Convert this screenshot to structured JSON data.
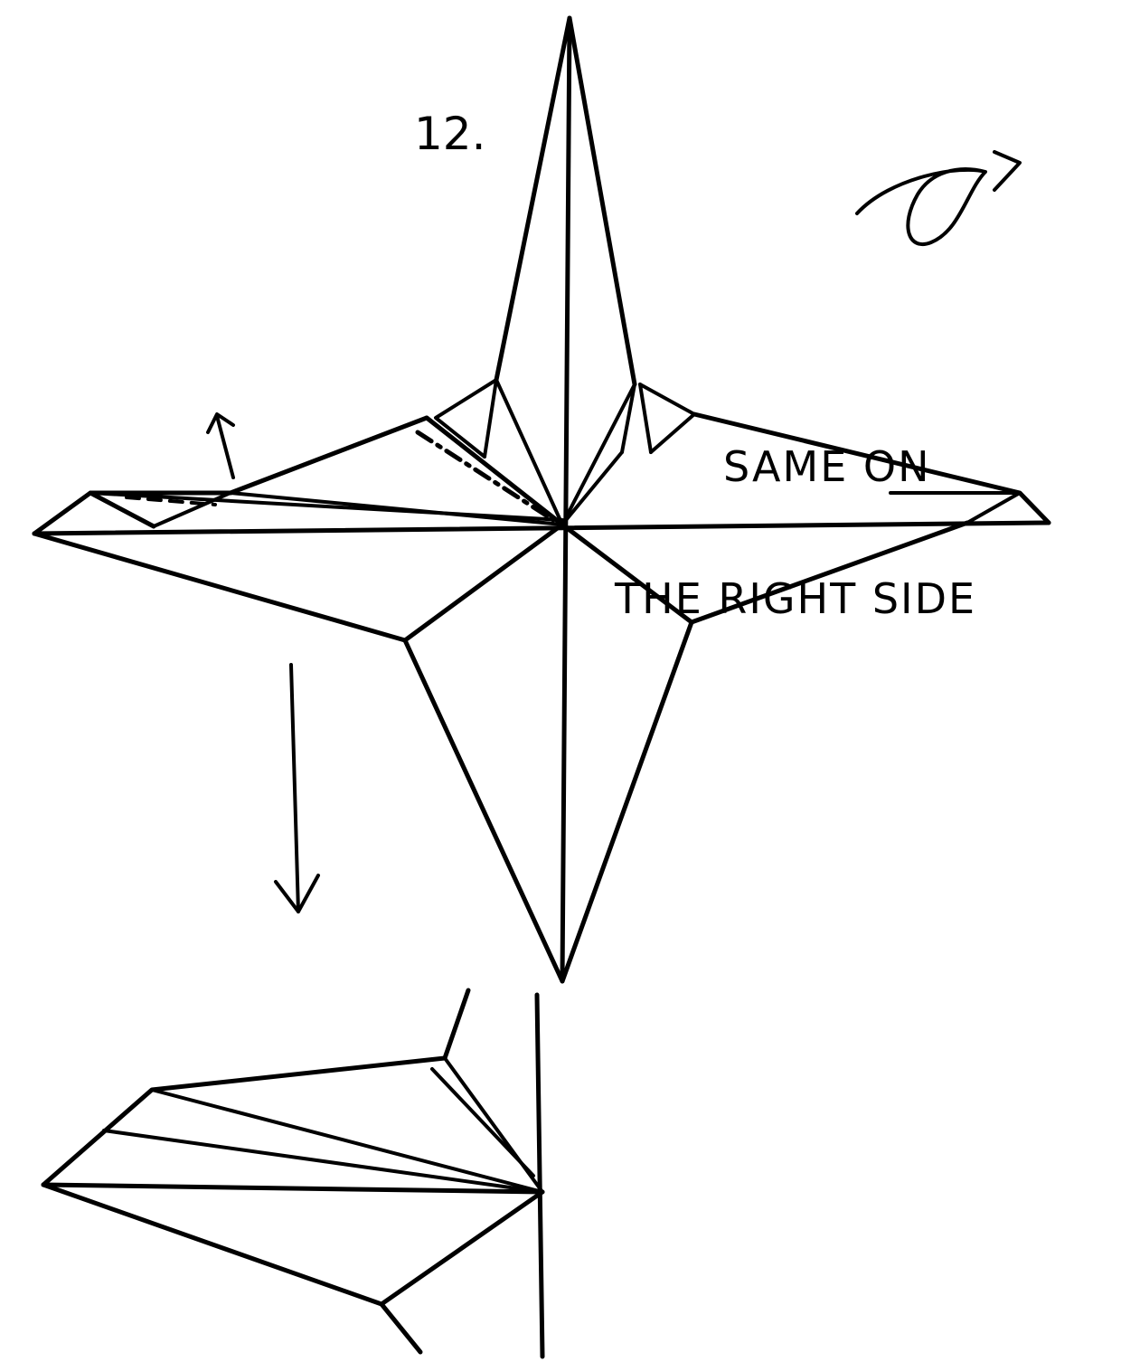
{
  "step_number": "12.",
  "note_line1": "SAME ON",
  "note_line2": "THE RIGHT SIDE",
  "icons": [
    "turn-over-icon",
    "fold-up-arrow-icon",
    "down-arrow-icon"
  ]
}
